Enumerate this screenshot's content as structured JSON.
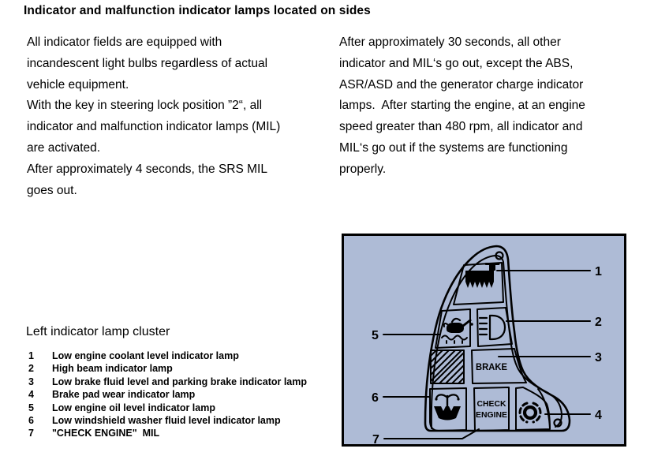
{
  "title": "Indicator and malfunction indicator lamps located on sides",
  "paragraphs": {
    "left": {
      "lines": [
        "All indicator fields are equipped with",
        "incandescent light bulbs regardless of actual",
        "vehicle equipment.",
        "With the key in steering lock position ”2“, all",
        "indicator and malfunction indicator lamps (MIL)",
        "are activated.",
        "After approximately 4 seconds, the SRS MIL",
        "goes out."
      ]
    },
    "right": {
      "lines": [
        "After approximately 30 seconds, all other",
        "indicator and MIL‘s go out, except the ABS,",
        "ASR/ASD and the generator charge indicator",
        "lamps.  After starting the engine, at an engine",
        "speed greater than 480 rpm, all indicator and",
        "MIL‘s go out if the systems are functioning",
        "properly."
      ]
    }
  },
  "legend": {
    "heading": "Left indicator lamp cluster",
    "items": [
      {
        "num": "1",
        "label": "Low engine coolant level indicator lamp"
      },
      {
        "num": "2",
        "label": "High beam indicator lamp"
      },
      {
        "num": "3",
        "label": "Low brake fluid level and parking brake indicator lamp"
      },
      {
        "num": "4",
        "label": "Brake pad wear indicator lamp"
      },
      {
        "num": "5",
        "label": "Low engine oil level indicator lamp"
      },
      {
        "num": "6",
        "label": "Low windshield washer fluid level indicator lamp"
      },
      {
        "num": "7",
        "label": "\"CHECK ENGINE\"  MIL"
      }
    ]
  },
  "diagram": {
    "background_color": "#aebbd6",
    "line_color": "#000000",
    "callouts": [
      "1",
      "2",
      "3",
      "4",
      "5",
      "6",
      "7"
    ],
    "cells": {
      "brake_label": "BRAKE",
      "check_engine_line1": "CHECK",
      "check_engine_line2": "ENGINE"
    },
    "icons": [
      "coolant-level-icon",
      "high-beam-icon",
      "brake-cell",
      "brake-pad-wear-icon",
      "oil-level-icon",
      "washer-fluid-icon",
      "check-engine-cell",
      "hatched-blank-cell",
      "screw-hole-top",
      "screw-hole-bottom"
    ]
  }
}
